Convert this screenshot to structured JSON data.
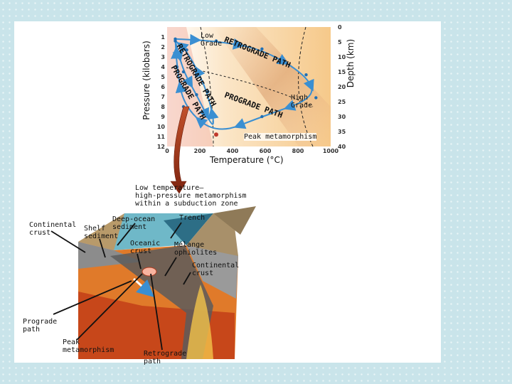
{
  "chart": {
    "left_axis_title": "Pressure (kilobars)",
    "right_axis_title": "Depth (km)",
    "x_axis_title": "Temperature (°C)",
    "pressure_ticks": [
      "1",
      "2",
      "3",
      "4",
      "5",
      "6",
      "7",
      "8",
      "9",
      "10",
      "11",
      "12"
    ],
    "depth_ticks": [
      "0",
      "5",
      "10",
      "15",
      "20",
      "25",
      "30",
      "35",
      "40"
    ],
    "temperature_ticks": [
      "0",
      "200",
      "400",
      "600",
      "800",
      "1000"
    ],
    "labels": {
      "low_grade": "Low\nGrade",
      "high_grade": "High\nGrade",
      "peak": "Peak metamorphism",
      "retrograde_upper": "RETROGRADE PATH",
      "prograde_lower": "PROGRADE PATH",
      "retrograde_left": "RETROGRADE PATH",
      "prograde_left": "PROGRADE PATH"
    }
  },
  "chart_data": {
    "type": "line",
    "x_axis": {
      "label": "Temperature (°C)",
      "range": [
        0,
        1000
      ],
      "ticks": [
        0,
        200,
        400,
        600,
        800,
        1000
      ]
    },
    "y_axis_left": {
      "label": "Pressure (kilobars)",
      "range": [
        0,
        12
      ],
      "ticks": [
        1,
        2,
        3,
        4,
        5,
        6,
        7,
        8,
        9,
        10,
        11,
        12
      ],
      "inverted": true
    },
    "y_axis_right": {
      "label": "Depth (km)",
      "range": [
        0,
        40
      ],
      "ticks": [
        0,
        5,
        10,
        15,
        20,
        25,
        30,
        35,
        40
      ],
      "inverted": true
    },
    "paths": [
      {
        "name": "high-grade loop",
        "points": [
          [
            50,
            1.2
          ],
          [
            300,
            1.4
          ],
          [
            580,
            2.2
          ],
          [
            850,
            4.8
          ],
          [
            910,
            7.1
          ],
          [
            580,
            9.0
          ],
          [
            300,
            10.8
          ],
          [
            100,
            8.0
          ],
          [
            60,
            4.0
          ],
          [
            50,
            1.2
          ]
        ]
      },
      {
        "name": "low-grade loop",
        "points": [
          [
            50,
            1.4
          ],
          [
            100,
            4.5
          ],
          [
            180,
            6.8
          ],
          [
            300,
            10.8
          ],
          [
            250,
            6.5
          ],
          [
            120,
            2.3
          ],
          [
            50,
            1.4
          ]
        ]
      }
    ]
  },
  "block": {
    "low_temp_title": "Low temperature–\nhigh-pressure metamorphism\nwithin a subduction zone",
    "deep_ocean": "Deep-ocean\nsediment",
    "trench": "Trench",
    "continental_crust_left": "Continental\ncrust",
    "shelf_sediment": "Shelf\nsediment",
    "oceanic_crust": "Oceanic\ncrust",
    "melange": "Mélange\nophiolites",
    "continental_crust_right": "Continental\ncrust",
    "prograde_path": "Prograde\npath",
    "peak_metamorphism": "Peak\nmetamorphism",
    "retrograde_path": "Retrograde\npath"
  }
}
